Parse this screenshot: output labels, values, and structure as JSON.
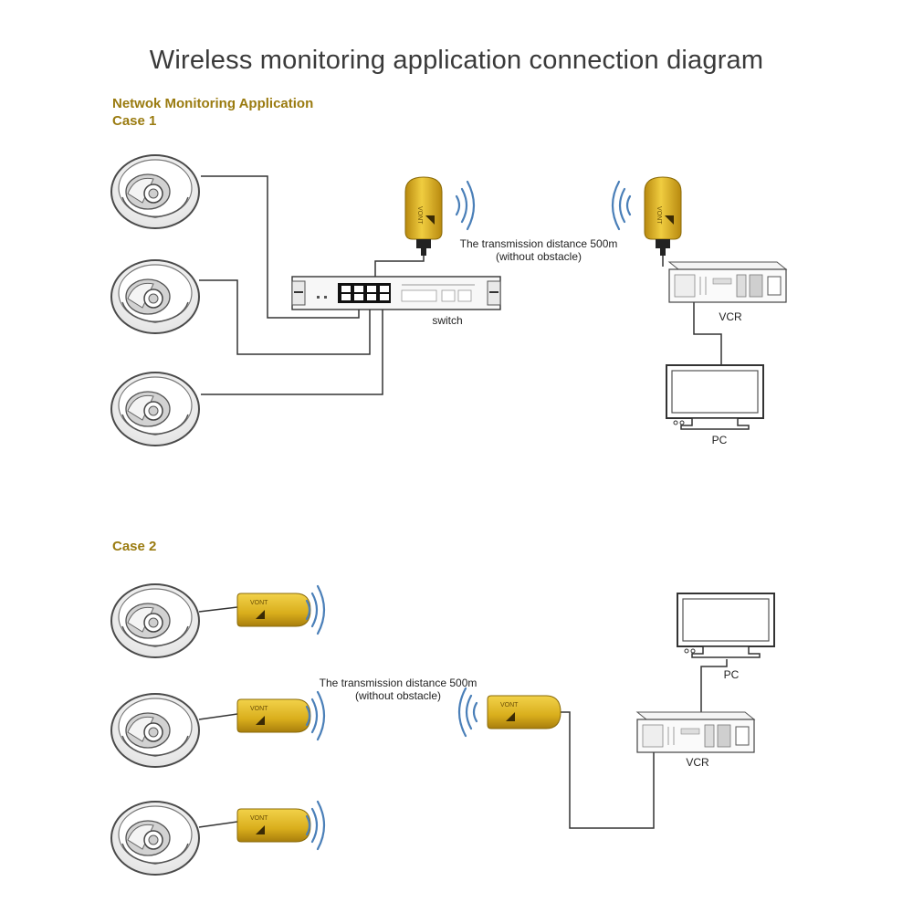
{
  "title": "Wireless monitoring application connection diagram",
  "colors": {
    "heading": "#9a7b10",
    "gold": "#d4a818",
    "gold_dark": "#a67c10",
    "wave": "#4a7fb8",
    "wire": "#333333"
  },
  "case1": {
    "heading_line1": "Netwok Monitoring Application",
    "heading_line2": "Case 1",
    "transmission": "The transmission distance 500m",
    "obstacle": "(without obstacle)",
    "switch_label": "switch",
    "vcr_label": "VCR",
    "pc_label": "PC"
  },
  "case2": {
    "heading": "Case 2",
    "transmission": "The transmission distance 500m",
    "obstacle": "(without obstacle)",
    "pc_label": "PC",
    "vcr_label": "VCR"
  },
  "icons": [
    "dome-camera-icon",
    "wireless-transmitter-icon",
    "network-switch-icon",
    "vcr-icon",
    "monitor-icon",
    "signal-waves-icon"
  ]
}
